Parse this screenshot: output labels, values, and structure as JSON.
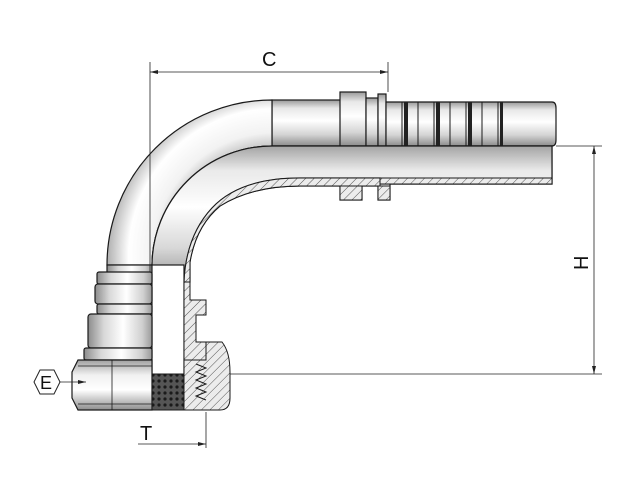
{
  "dimensions": {
    "c": "C",
    "h": "H",
    "t": "T",
    "e": "E"
  },
  "colors": {
    "metal_light": "#f4f4f4",
    "metal_mid": "#cfcfcf",
    "metal_dark": "#8a8a8a",
    "section_fill": "#e6e6e6",
    "hatch": "#444444",
    "line": "#1a1a1a"
  }
}
